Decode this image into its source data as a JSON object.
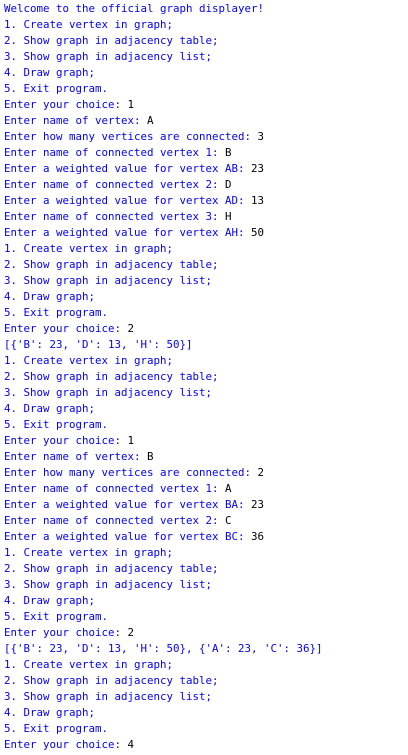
{
  "console": {
    "lines": [
      {
        "prompt": "Welcome to the official graph displayer!",
        "input": ""
      },
      {
        "prompt": "1. Create vertex in graph;",
        "input": ""
      },
      {
        "prompt": "2. Show graph in adjacency table;",
        "input": ""
      },
      {
        "prompt": "3. Show graph in adjacency list;",
        "input": ""
      },
      {
        "prompt": "4. Draw graph;",
        "input": ""
      },
      {
        "prompt": "5. Exit program.",
        "input": ""
      },
      {
        "prompt": "Enter your choice: ",
        "input": "1"
      },
      {
        "prompt": "Enter name of vertex: ",
        "input": "A"
      },
      {
        "prompt": "Enter how many vertices are connected: ",
        "input": "3"
      },
      {
        "prompt": "Enter name of connected vertex 1: ",
        "input": "B"
      },
      {
        "prompt": "Enter a weighted value for vertex AB: ",
        "input": "23"
      },
      {
        "prompt": "Enter name of connected vertex 2: ",
        "input": "D"
      },
      {
        "prompt": "Enter a weighted value for vertex AD: ",
        "input": "13"
      },
      {
        "prompt": "Enter name of connected vertex 3: ",
        "input": "H"
      },
      {
        "prompt": "Enter a weighted value for vertex AH: ",
        "input": "50"
      },
      {
        "prompt": "1. Create vertex in graph;",
        "input": ""
      },
      {
        "prompt": "2. Show graph in adjacency table;",
        "input": ""
      },
      {
        "prompt": "3. Show graph in adjacency list;",
        "input": ""
      },
      {
        "prompt": "4. Draw graph;",
        "input": ""
      },
      {
        "prompt": "5. Exit program.",
        "input": ""
      },
      {
        "prompt": "Enter your choice: ",
        "input": "2"
      },
      {
        "prompt": "[{'B': 23, 'D': 13, 'H': 50}]",
        "input": ""
      },
      {
        "prompt": "1. Create vertex in graph;",
        "input": ""
      },
      {
        "prompt": "2. Show graph in adjacency table;",
        "input": ""
      },
      {
        "prompt": "3. Show graph in adjacency list;",
        "input": ""
      },
      {
        "prompt": "4. Draw graph;",
        "input": ""
      },
      {
        "prompt": "5. Exit program.",
        "input": ""
      },
      {
        "prompt": "Enter your choice: ",
        "input": "1"
      },
      {
        "prompt": "Enter name of vertex: ",
        "input": "B"
      },
      {
        "prompt": "Enter how many vertices are connected: ",
        "input": "2"
      },
      {
        "prompt": "Enter name of connected vertex 1: ",
        "input": "A"
      },
      {
        "prompt": "Enter a weighted value for vertex BA: ",
        "input": "23"
      },
      {
        "prompt": "Enter name of connected vertex 2: ",
        "input": "C"
      },
      {
        "prompt": "Enter a weighted value for vertex BC: ",
        "input": "36"
      },
      {
        "prompt": "1. Create vertex in graph;",
        "input": ""
      },
      {
        "prompt": "2. Show graph in adjacency table;",
        "input": ""
      },
      {
        "prompt": "3. Show graph in adjacency list;",
        "input": ""
      },
      {
        "prompt": "4. Draw graph;",
        "input": ""
      },
      {
        "prompt": "5. Exit program.",
        "input": ""
      },
      {
        "prompt": "Enter your choice: ",
        "input": "2"
      },
      {
        "prompt": "[{'B': 23, 'D': 13, 'H': 50}, {'A': 23, 'C': 36}]",
        "input": ""
      },
      {
        "prompt": "1. Create vertex in graph;",
        "input": ""
      },
      {
        "prompt": "2. Show graph in adjacency table;",
        "input": ""
      },
      {
        "prompt": "3. Show graph in adjacency list;",
        "input": ""
      },
      {
        "prompt": "4. Draw graph;",
        "input": ""
      },
      {
        "prompt": "5. Exit program.",
        "input": ""
      },
      {
        "prompt": "Enter your choice: ",
        "input": "4"
      }
    ]
  },
  "colors": {
    "output_text": "#0000ff",
    "typed_input": "#000000",
    "background": "#ffffff"
  }
}
